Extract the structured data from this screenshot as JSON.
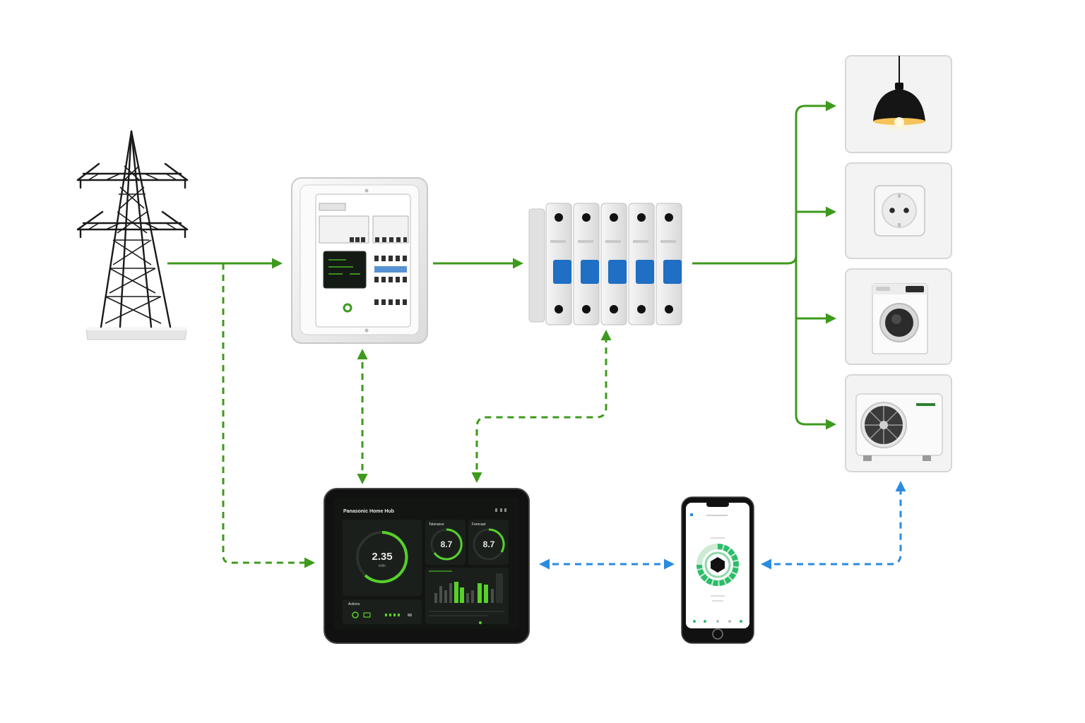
{
  "tablet": {
    "header": "Panasonic Home Hub",
    "big_value": "2.35",
    "big_unit": "kWh",
    "card1_title": "Tolerance",
    "card1_value": "8.7",
    "card2_title": "Forecast",
    "card2_value": "8.7",
    "bottom_title": "Actions"
  },
  "colors": {
    "power_flow": "#3d9a1c",
    "wireless_link": "#2a8be0",
    "breaker_toggle": "#1f6fc4",
    "screen_accent": "#56d12a"
  },
  "icons": [
    "transmission-tower-icon",
    "distribution-board-icon",
    "circuit-breaker-icon",
    "pendant-lamp-icon",
    "wall-socket-icon",
    "washing-machine-icon",
    "air-conditioner-icon",
    "tablet-icon",
    "smartphone-icon"
  ]
}
